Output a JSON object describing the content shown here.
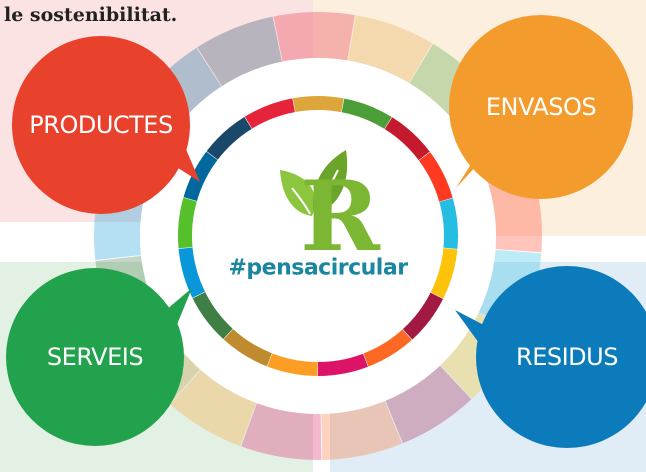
{
  "header": {
    "text": "le sostenibilitat."
  },
  "center": {
    "logo_letter": "R",
    "hashtag": "#pensacircular",
    "logo_icon": "leaf-icon"
  },
  "bubbles": [
    {
      "label": "PRODUCTES",
      "color": "#e8412c"
    },
    {
      "label": "ENVASOS",
      "color": "#f39c2d"
    },
    {
      "label": "SERVEIS",
      "color": "#23a24d"
    },
    {
      "label": "RESIDUS",
      "color": "#0c7bbb"
    }
  ],
  "colors": {
    "quadrant_top_left": "#fbe3e3",
    "quadrant_top_right": "#fdefde",
    "quadrant_bottom_left": "#e3f1e4",
    "quadrant_bottom_right": "#e1edf6",
    "logo_green": "#7cb733",
    "hashtag_blue": "#1b86a0",
    "sdg_palette": [
      "#e5243b",
      "#dda63a",
      "#4c9f38",
      "#c5192d",
      "#ff3a21",
      "#26bde2",
      "#fcc30b",
      "#a21942",
      "#fd6925",
      "#dd1367",
      "#fd9d24",
      "#bf8b2e",
      "#3f7e44",
      "#0a97d9",
      "#56c02b",
      "#00689d",
      "#19486a"
    ]
  }
}
